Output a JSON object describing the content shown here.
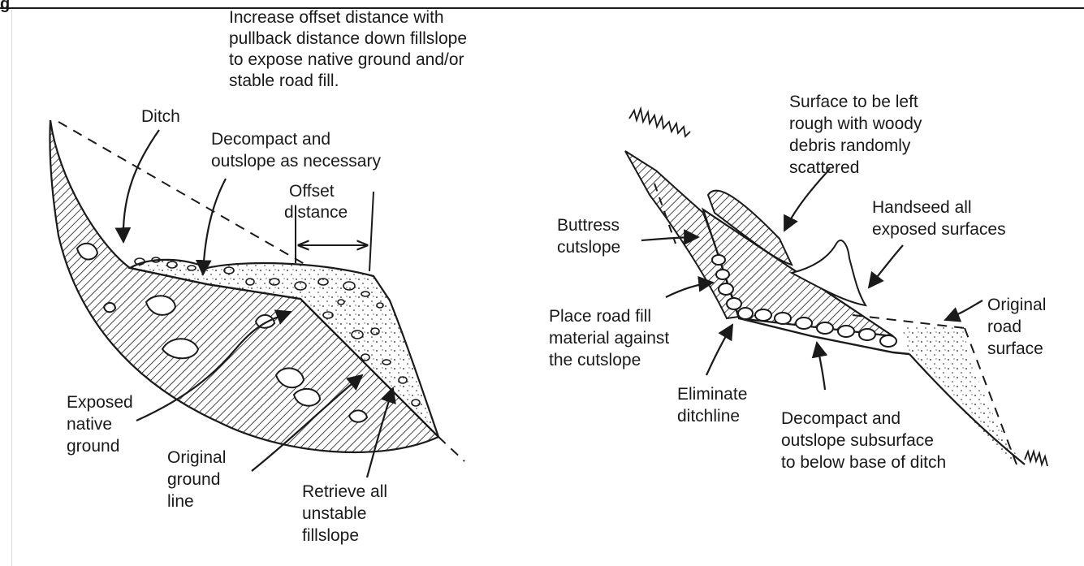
{
  "header_fragment": "g",
  "left_diagram": {
    "labels": {
      "offset_note": [
        "Increase offset distance with",
        "pullback distance down fillslope",
        "to expose native ground and/or",
        "stable road fill."
      ],
      "ditch": [
        "Ditch"
      ],
      "decompact": [
        "Decompact and",
        "outslope as necessary"
      ],
      "offset_distance": [
        "Offset",
        "distance"
      ],
      "exposed_native": [
        "Exposed",
        "native",
        "ground"
      ],
      "original_ground": [
        "Original",
        "ground",
        "line"
      ],
      "retrieve": [
        "Retrieve all",
        "unstable",
        "fillslope"
      ]
    }
  },
  "right_diagram": {
    "labels": {
      "surface_rough": [
        "Surface to be left",
        "rough with woody",
        "debris randomly",
        "scattered"
      ],
      "handseed": [
        "Handseed all",
        "exposed surfaces"
      ],
      "buttress": [
        "Buttress",
        "cutslope"
      ],
      "place_fill": [
        "Place road fill",
        "material against",
        "the cutslope"
      ],
      "original_road": [
        "Original",
        "road",
        "surface"
      ],
      "eliminate": [
        "Eliminate",
        "ditchline"
      ],
      "decompact_sub": [
        "Decompact and",
        "outslope subsurface",
        "to below base of ditch"
      ]
    }
  },
  "colors": {
    "ink": "#1a1a1a",
    "background": "#ffffff"
  }
}
